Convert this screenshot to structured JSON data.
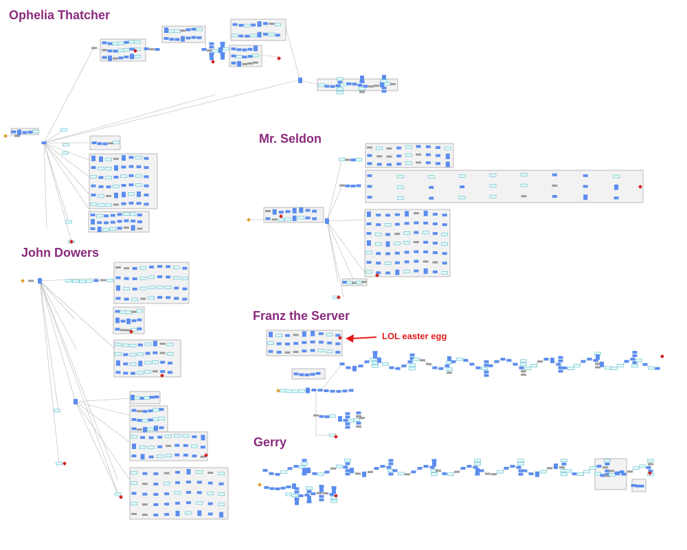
{
  "characters": {
    "ophelia": "Ophelia Thatcher",
    "seldon": "Mr. Seldon",
    "john": "John Dowers",
    "franz": "Franz the Server",
    "gerry": "Gerry"
  },
  "annotation": "LOL easter egg",
  "colors": {
    "title": "#8a2a7e",
    "annotation": "#e01b1b",
    "group_fill": "#f2f2f2",
    "group_stroke": "#9e9e9e",
    "node_blue": "#5b8def",
    "node_cyan": "#e3fbfb",
    "node_cyan_stroke": "#56b6c6",
    "node_gray": "#9a9a9a",
    "end_marker": "#d42020",
    "start_marker": "#e0a030",
    "edge": "#b5b5b5"
  }
}
